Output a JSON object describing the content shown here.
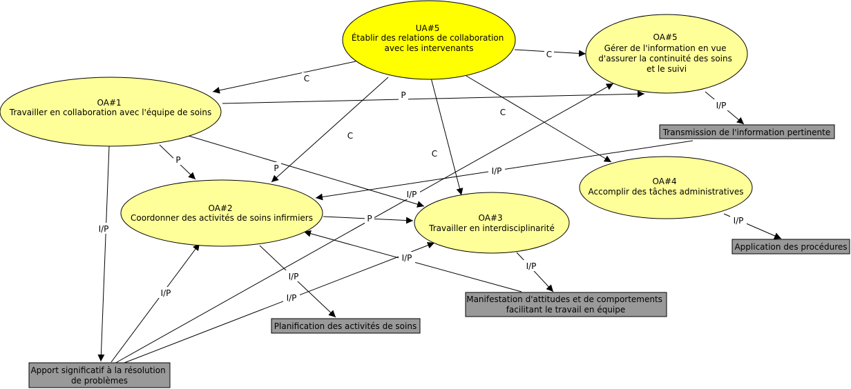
{
  "colors": {
    "primary_node": "#ffff00",
    "secondary_node": "#ffff99",
    "box": "#999999",
    "line": "#000000",
    "background": "#ffffff"
  },
  "nodes": {
    "ua5": {
      "title": "UA#5",
      "lines": [
        "Établir des relations de collaboration",
        "avec les intervenants"
      ]
    },
    "oa1": {
      "title": "OA#1",
      "lines": [
        "Travailler en collaboration avec l'équipe de soins"
      ]
    },
    "oa2": {
      "title": "OA#2",
      "lines": [
        "Coordonner des activités de soins infirmiers"
      ]
    },
    "oa3": {
      "title": "OA#3",
      "lines": [
        "Travailler en interdisciplinarité"
      ]
    },
    "oa4": {
      "title": "OA#4",
      "lines": [
        "Accomplir des tâches administratives"
      ]
    },
    "oa5": {
      "title": "OA#5",
      "lines": [
        "Gérer de l'information en vue",
        "d'assurer la continuité des soins",
        "et le suivi"
      ]
    }
  },
  "boxes": {
    "transmission": {
      "lines": [
        "Transmission de l'information pertinente"
      ]
    },
    "application": {
      "lines": [
        "Application des procédures"
      ]
    },
    "manifestation": {
      "lines": [
        "Manifestation d'attitudes et de comportements",
        "facilitant le travail en équipe"
      ]
    },
    "planification": {
      "lines": [
        "Planification des activités de soins"
      ]
    },
    "apport": {
      "lines": [
        "Apport significatif à la résolution",
        "de problèmes"
      ]
    }
  },
  "edges": {
    "ua5_oa1": "C",
    "ua5_oa5": "C",
    "ua5_oa2": "C",
    "ua5_oa3": "C",
    "ua5_oa4": "C",
    "oa1_oa5": "P",
    "oa1_oa2": "P",
    "oa1_oa3": "P",
    "oa1_apport": "I/P",
    "oa2_oa3": "P",
    "oa2_planification": "I/P",
    "oa3_manifestation": "I/P",
    "oa5_transmission": "I/P",
    "oa4_application": "I/P",
    "transmission_oa2": "I/P",
    "manifestation_oa2": "I/P",
    "apport_oa2": "I/P",
    "apport_oa3": "I/P",
    "apport_oa5": "I/P"
  }
}
